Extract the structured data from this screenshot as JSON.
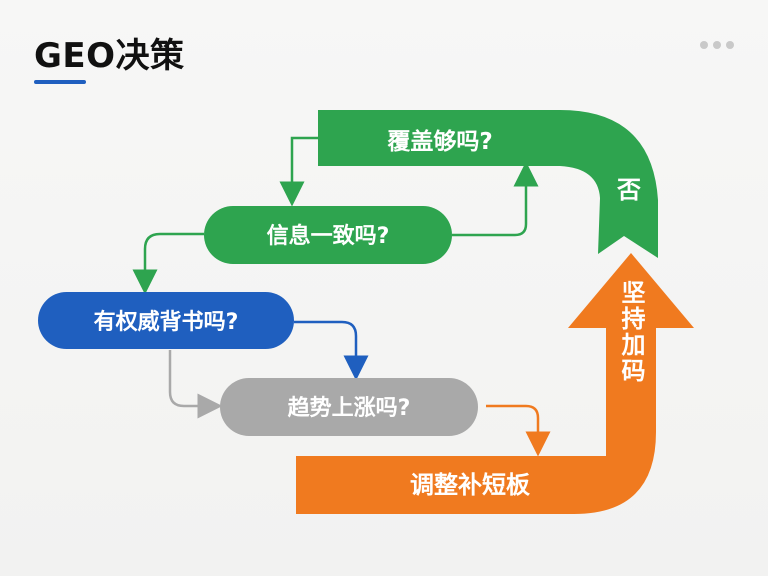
{
  "header": {
    "title": "GEO决策"
  },
  "flow": {
    "q1": "覆盖够吗?",
    "q2": "信息一致吗?",
    "q3": "有权威背书吗?",
    "q4": "趋势上涨吗?",
    "no_label": "否",
    "action_fix": "调整补短板",
    "action_keep": "坚持加码"
  },
  "colors": {
    "green": "#2ea44f",
    "blue": "#1f5fbf",
    "gray": "#a9a9a9",
    "orange": "#f07a1f"
  },
  "icons": {
    "menu": "more-dots-icon"
  }
}
